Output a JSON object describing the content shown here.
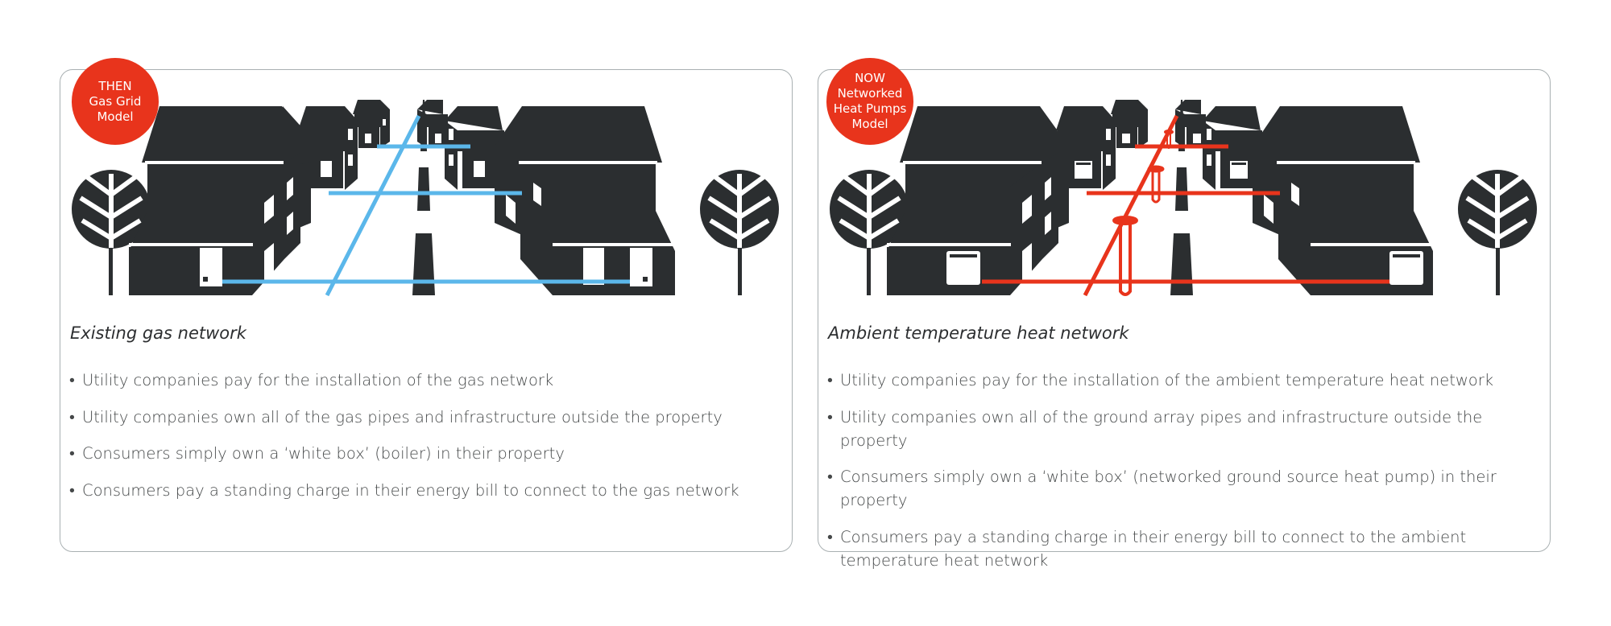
{
  "colors": {
    "house": "#2b2e30",
    "gas_pipe": "#5bb7ea",
    "heat_pipe": "#e8341c",
    "badge": "#e8341c",
    "border": "#a9b0b2"
  },
  "left": {
    "badge_lines": [
      "THEN",
      "Gas Grid",
      "Model"
    ],
    "heading": "Existing gas network",
    "bullets": [
      "Utility companies pay for the installation of the gas network",
      "Utility companies own all of the gas pipes and infrastructure outside the property",
      "Consumers simply own a ‘white box’ (boiler) in their property",
      "Consumers pay a standing charge in their energy bill to connect to the gas network"
    ]
  },
  "right": {
    "badge_lines": [
      "NOW",
      "Networked",
      "Heat Pumps",
      "Model"
    ],
    "heading": "Ambient temperature heat network",
    "bullets": [
      "Utility companies pay for the installation of the ambient temperature heat network",
      "Utility companies own all of the ground array pipes and infrastructure outside the property",
      "Consumers simply own a ‘white box’ (networked ground source heat pump) in their property",
      "Consumers pay a standing charge in their energy bill to connect to the ambient temperature heat network"
    ]
  }
}
